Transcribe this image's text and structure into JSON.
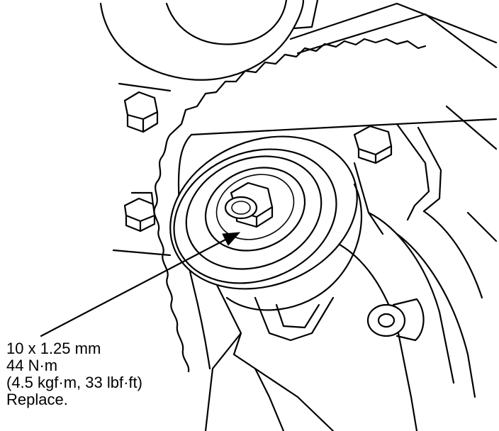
{
  "callout": {
    "size": "10 x 1.25 mm",
    "torque_nm": "44 N·m",
    "torque_alt": "(4.5 kgf·m, 33 lbf·ft)",
    "note": "Replace."
  },
  "parts": [
    "idler-pulley",
    "pulley-bolt",
    "timing-belt",
    "mounting-bolt",
    "cam-pulley",
    "engine-block-cover"
  ],
  "colors": {
    "line": "#000000",
    "background": "#ffffff"
  }
}
